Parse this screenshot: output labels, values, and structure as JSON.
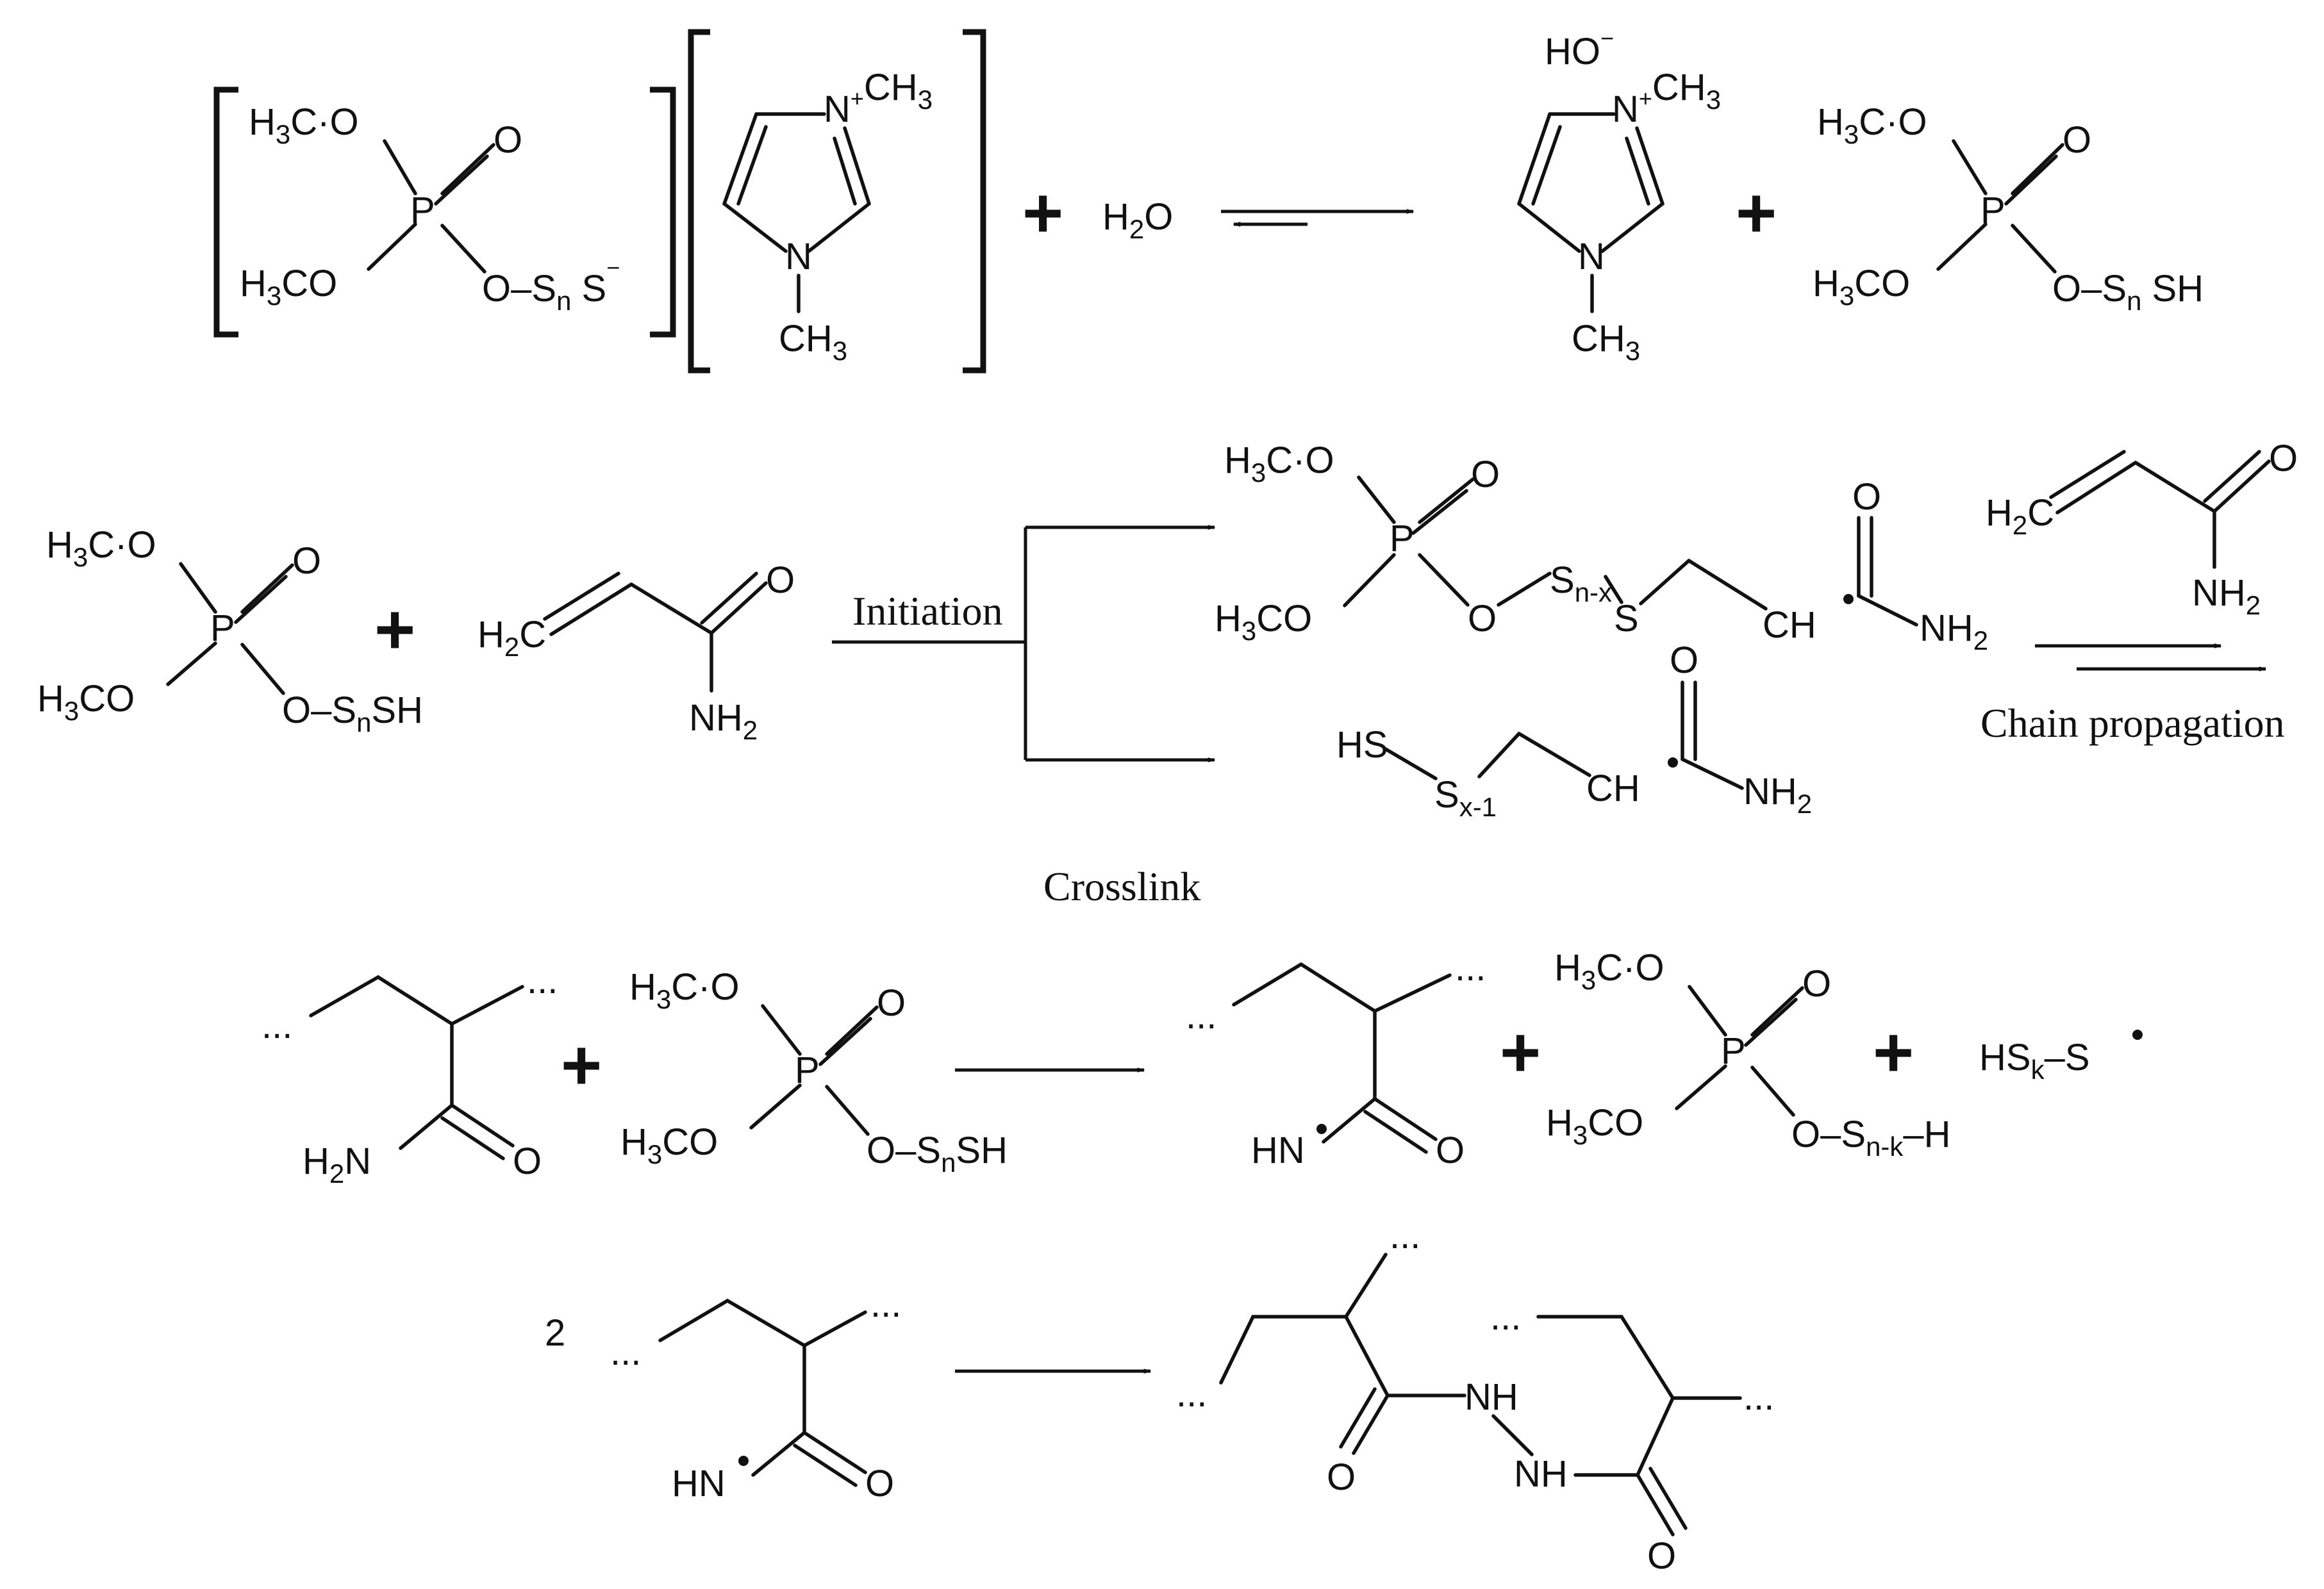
{
  "labels": {
    "methoxy": "H3C·O",
    "methoxy2": "H3CO",
    "oxo": "O",
    "phosphorus": "P",
    "oxygen": "O",
    "sulfur_chain": "–Sn",
    "thiolate": "S",
    "anion_charge": "−",
    "thiol": "SH",
    "imid_n_plus": "N",
    "imid_n": "N",
    "plus_charge": "+",
    "methyl": "CH3",
    "hydroxide": "HO",
    "water": "H2O",
    "vinyl": "H2C",
    "amide_n": "NH2",
    "amine_h2n": "H2N",
    "radical_ch": "CH",
    "s_n_minus_x": "Sn-x",
    "s_x_minus_1": "Sx-1",
    "s": "S",
    "hs": "HS",
    "hn": "HN",
    "nh": "NH",
    "ellipsis": "...",
    "hs_k_s": "HSk–S",
    "s_n_minus_k_h": "–Sn-k–H",
    "coefficient": "2"
  },
  "captions": {
    "initiation": "Initiation",
    "chain_propagation": "Chain propagation",
    "crosslink": "Crosslink"
  }
}
